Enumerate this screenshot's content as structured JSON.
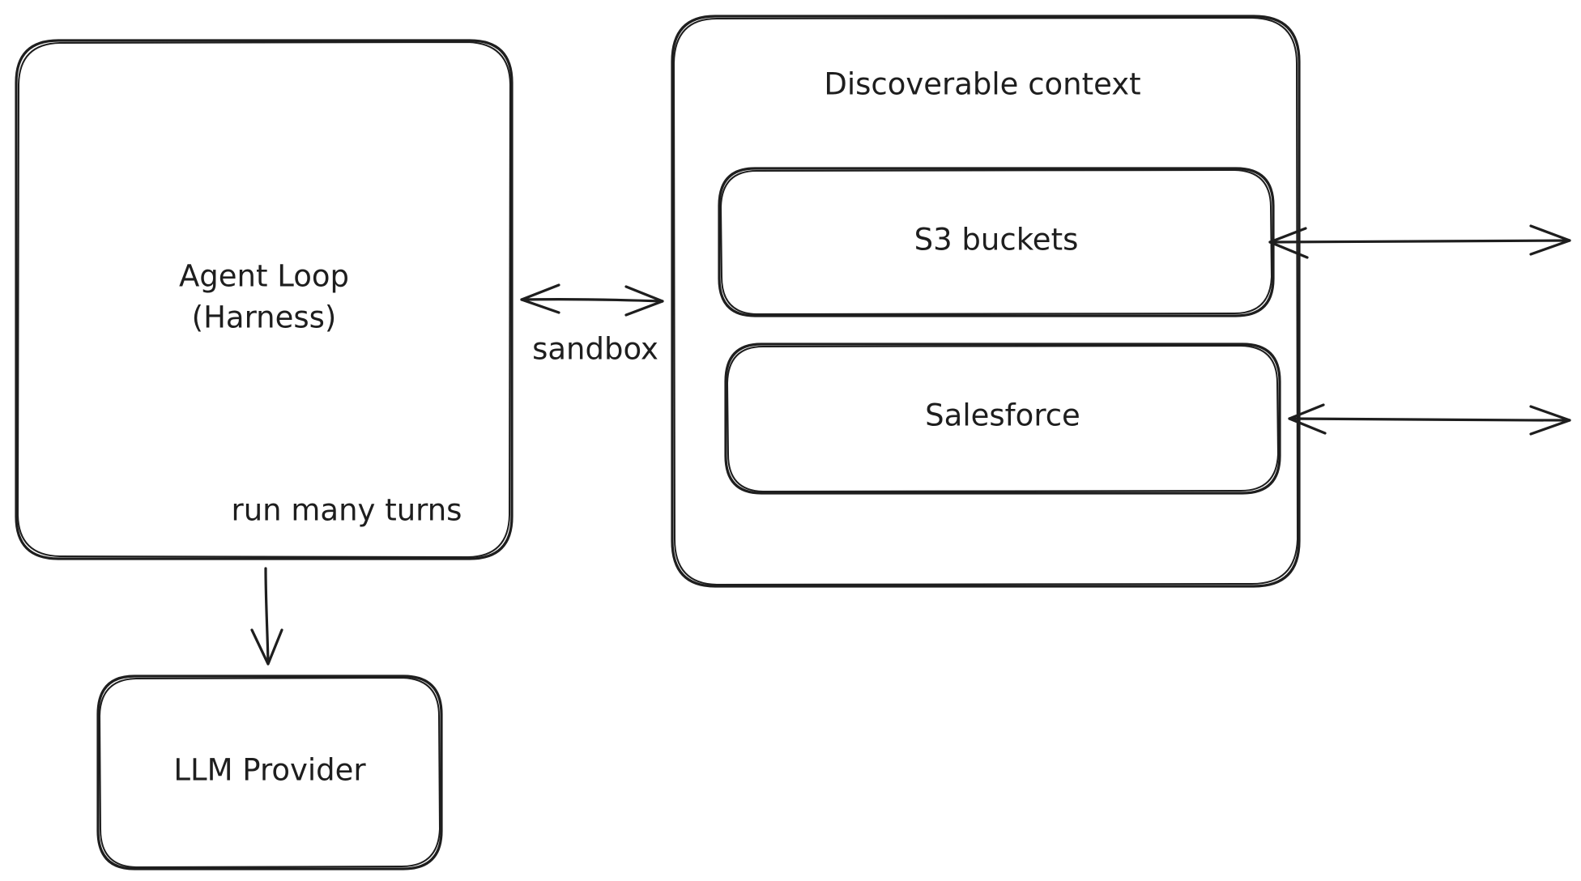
{
  "diagram": {
    "agent_loop": {
      "title_line1": "Agent Loop",
      "title_line2": "(Harness)",
      "note": "run many turns"
    },
    "llm_provider": {
      "label": "LLM Provider"
    },
    "sandbox_link": {
      "label": "sandbox"
    },
    "discoverable_context": {
      "title": "Discoverable context",
      "items": [
        {
          "label": "S3 buckets"
        },
        {
          "label": "Salesforce"
        }
      ]
    },
    "colors": {
      "stroke": "#1e1e1e",
      "background": "#ffffff"
    }
  }
}
